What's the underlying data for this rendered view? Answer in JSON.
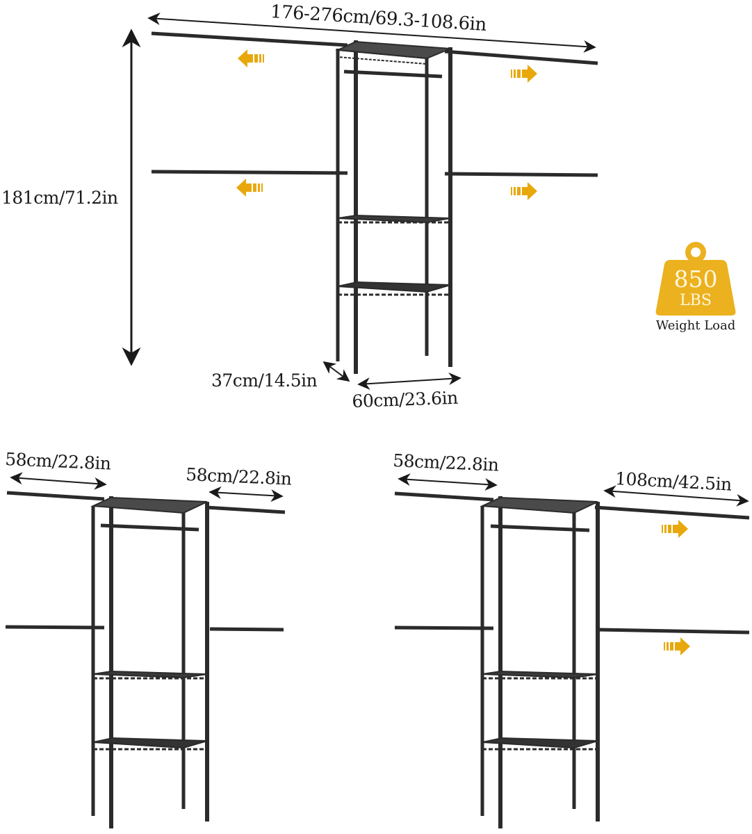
{
  "main_diagram": {
    "width_label": "176-276cm/69.3-108.6in",
    "height_label": "181cm/71.2in",
    "depth_label": "37cm/14.5in",
    "base_width_label": "60cm/23.6in"
  },
  "weight_badge": {
    "value": "850",
    "unit": "LBS",
    "caption": "Weight Load",
    "color": "#EBB11E"
  },
  "config_left": {
    "left_rod_label": "58cm/22.8in",
    "right_rod_label": "58cm/22.8in"
  },
  "config_right": {
    "left_rod_label": "58cm/22.8in",
    "right_rod_label": "108cm/42.5in"
  },
  "icons": {
    "extend_arrow_color": "#E8A80C",
    "frame_color": "#2b2b2b"
  }
}
